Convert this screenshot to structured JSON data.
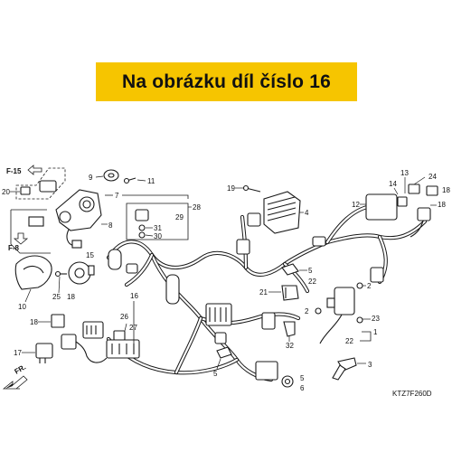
{
  "banner": {
    "text": "Na obrázku díl číslo 16",
    "background": "#f6c500"
  },
  "diagram": {
    "refs": {
      "f15": "F-15",
      "f8": "F-8",
      "fr": "FR."
    },
    "code": "KTZ7F260D",
    "part_labels": {
      "p20": "20",
      "p9": "9",
      "p11": "11",
      "p7": "7",
      "p8": "8",
      "p28": "28",
      "p29": "29",
      "p31": "31",
      "p30": "30",
      "p19": "19",
      "p4": "4",
      "p13": "13",
      "p24": "24",
      "p14": "14",
      "p12": "12",
      "p18a": "18",
      "p18b": "18",
      "p15": "15",
      "p10": "10",
      "p25": "25",
      "p18c": "18",
      "p16": "16",
      "p26": "26",
      "p27": "27",
      "p17": "17",
      "p5a": "5",
      "p22a": "22",
      "p21": "21",
      "p2a": "2",
      "p2b": "2",
      "p23": "23",
      "p1": "1",
      "p22b": "22",
      "p32": "32",
      "p3": "3",
      "p5b": "5",
      "p5c": "5",
      "p6": "6"
    }
  }
}
